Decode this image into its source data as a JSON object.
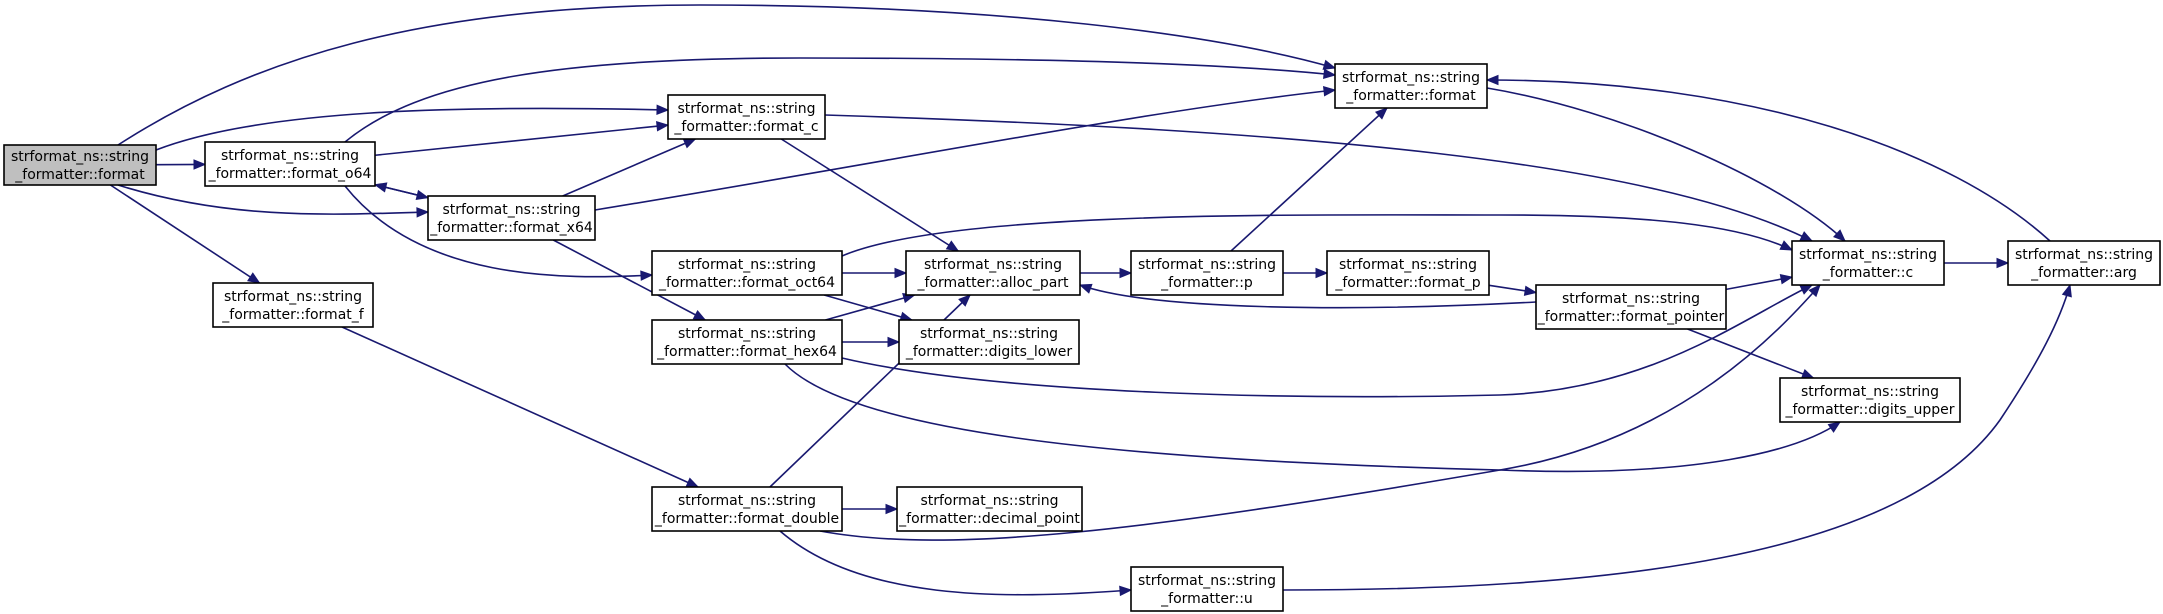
{
  "graph": {
    "edge_color": "#191970",
    "root_fill": "#bfbfbf",
    "nodes": [
      {
        "id": "format_root",
        "lines": [
          "strformat_ns::string",
          "_formatter::format"
        ],
        "root": true
      },
      {
        "id": "format_o64",
        "lines": [
          "strformat_ns::string",
          "_formatter::format_o64"
        ]
      },
      {
        "id": "format_c",
        "lines": [
          "strformat_ns::string",
          "_formatter::format_c"
        ]
      },
      {
        "id": "format_x64",
        "lines": [
          "strformat_ns::string",
          "_formatter::format_x64"
        ]
      },
      {
        "id": "format_f",
        "lines": [
          "strformat_ns::string",
          "_formatter::format_f"
        ]
      },
      {
        "id": "format_top",
        "lines": [
          "strformat_ns::string",
          "_formatter::format"
        ]
      },
      {
        "id": "format_oct64",
        "lines": [
          "strformat_ns::string",
          "_formatter::format_oct64"
        ]
      },
      {
        "id": "format_hex64",
        "lines": [
          "strformat_ns::string",
          "_formatter::format_hex64"
        ]
      },
      {
        "id": "alloc_part",
        "lines": [
          "strformat_ns::string",
          "_formatter::alloc_part"
        ]
      },
      {
        "id": "digits_lower",
        "lines": [
          "strformat_ns::string",
          "_formatter::digits_lower"
        ]
      },
      {
        "id": "p",
        "lines": [
          "strformat_ns::string",
          "_formatter::p"
        ]
      },
      {
        "id": "format_p",
        "lines": [
          "strformat_ns::string",
          "_formatter::format_p"
        ]
      },
      {
        "id": "format_pointer",
        "lines": [
          "strformat_ns::string",
          "_formatter::format_pointer"
        ]
      },
      {
        "id": "c",
        "lines": [
          "strformat_ns::string",
          "_formatter::c"
        ]
      },
      {
        "id": "arg",
        "lines": [
          "strformat_ns::string",
          "_formatter::arg"
        ]
      },
      {
        "id": "digits_upper",
        "lines": [
          "strformat_ns::string",
          "_formatter::digits_upper"
        ]
      },
      {
        "id": "format_double",
        "lines": [
          "strformat_ns::string",
          "_formatter::format_double"
        ]
      },
      {
        "id": "decimal_point",
        "lines": [
          "strformat_ns::string",
          "_formatter::decimal_point"
        ]
      },
      {
        "id": "u",
        "lines": [
          "strformat_ns::string",
          "_formatter::u"
        ]
      }
    ],
    "edges": [
      {
        "from": "format_root",
        "to": "format_o64"
      },
      {
        "from": "format_root",
        "to": "format_c"
      },
      {
        "from": "format_root",
        "to": "format_x64"
      },
      {
        "from": "format_root",
        "to": "format_f"
      },
      {
        "from": "format_root",
        "to": "format_top"
      },
      {
        "from": "format_o64",
        "to": "format_c"
      },
      {
        "from": "format_o64",
        "to": "format_x64"
      },
      {
        "from": "format_o64",
        "to": "format_top"
      },
      {
        "from": "format_o64",
        "to": "format_oct64"
      },
      {
        "from": "format_x64",
        "to": "format_o64"
      },
      {
        "from": "format_x64",
        "to": "format_c"
      },
      {
        "from": "format_x64",
        "to": "format_top"
      },
      {
        "from": "format_x64",
        "to": "format_hex64"
      },
      {
        "from": "format_c",
        "to": "alloc_part"
      },
      {
        "from": "format_c",
        "to": "c"
      },
      {
        "from": "format_oct64",
        "to": "alloc_part"
      },
      {
        "from": "format_oct64",
        "to": "digits_lower"
      },
      {
        "from": "format_oct64",
        "to": "c"
      },
      {
        "from": "format_hex64",
        "to": "alloc_part"
      },
      {
        "from": "format_hex64",
        "to": "digits_lower"
      },
      {
        "from": "format_hex64",
        "to": "c"
      },
      {
        "from": "format_hex64",
        "to": "digits_upper"
      },
      {
        "from": "format_f",
        "to": "format_double"
      },
      {
        "from": "format_double",
        "to": "alloc_part"
      },
      {
        "from": "format_double",
        "to": "decimal_point"
      },
      {
        "from": "format_double",
        "to": "c"
      },
      {
        "from": "format_double",
        "to": "u"
      },
      {
        "from": "alloc_part",
        "to": "p"
      },
      {
        "from": "p",
        "to": "format_top"
      },
      {
        "from": "p",
        "to": "format_p"
      },
      {
        "from": "format_p",
        "to": "format_pointer"
      },
      {
        "from": "format_pointer",
        "to": "alloc_part"
      },
      {
        "from": "format_pointer",
        "to": "c"
      },
      {
        "from": "format_pointer",
        "to": "digits_upper"
      },
      {
        "from": "format_top",
        "to": "c"
      },
      {
        "from": "c",
        "to": "arg"
      },
      {
        "from": "arg",
        "to": "format_top"
      },
      {
        "from": "u",
        "to": "arg"
      }
    ]
  }
}
